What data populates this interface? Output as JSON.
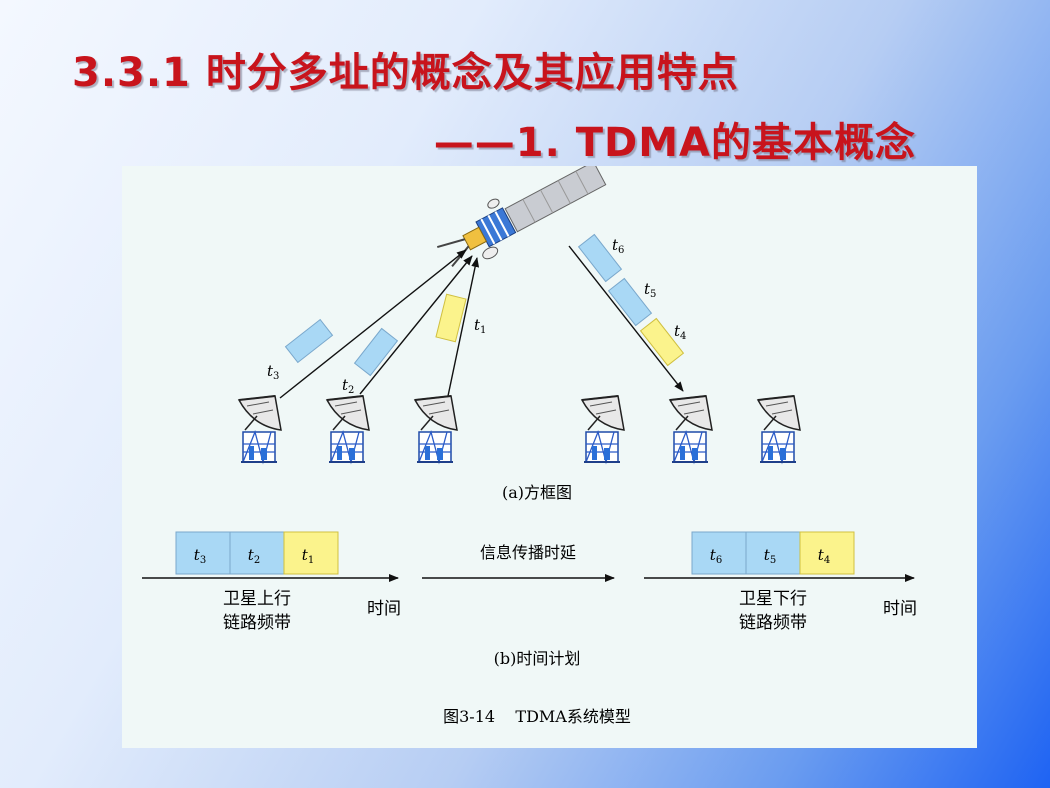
{
  "slide": {
    "title_line1": "3.3.1 时分多址的概念及其应用特点",
    "title_line2": "——1. TDMA的基本概念"
  },
  "figure": {
    "part_a_caption": "(a)方框图",
    "uplink_packets": [
      {
        "label": "t",
        "sub": "3",
        "color": "#a9d8f5"
      },
      {
        "label": "t",
        "sub": "2",
        "color": "#a9d8f5"
      },
      {
        "label": "t",
        "sub": "1",
        "color": "#fbf38c"
      }
    ],
    "downlink_packets": [
      {
        "label": "t",
        "sub": "6",
        "color": "#a9d8f5"
      },
      {
        "label": "t",
        "sub": "5",
        "color": "#a9d8f5"
      },
      {
        "label": "t",
        "sub": "4",
        "color": "#fbf38c"
      }
    ],
    "uplink_frame": [
      {
        "label": "t",
        "sub": "3",
        "color": "#a9d8f5"
      },
      {
        "label": "t",
        "sub": "2",
        "color": "#a9d8f5"
      },
      {
        "label": "t",
        "sub": "1",
        "color": "#fbf38c"
      }
    ],
    "downlink_frame": [
      {
        "label": "t",
        "sub": "6",
        "color": "#a9d8f5"
      },
      {
        "label": "t",
        "sub": "5",
        "color": "#a9d8f5"
      },
      {
        "label": "t",
        "sub": "4",
        "color": "#fbf38c"
      }
    ],
    "delay_label": "信息传播时延",
    "uplink_band_line1": "卫星上行",
    "uplink_band_line2": "链路频带",
    "downlink_band_line1": "卫星下行",
    "downlink_band_line2": "链路频带",
    "time_label_left": "时间",
    "time_label_right": "时间",
    "part_b_caption": "(b)时间计划",
    "figure_caption": "图3-14    TDMA系统模型"
  }
}
